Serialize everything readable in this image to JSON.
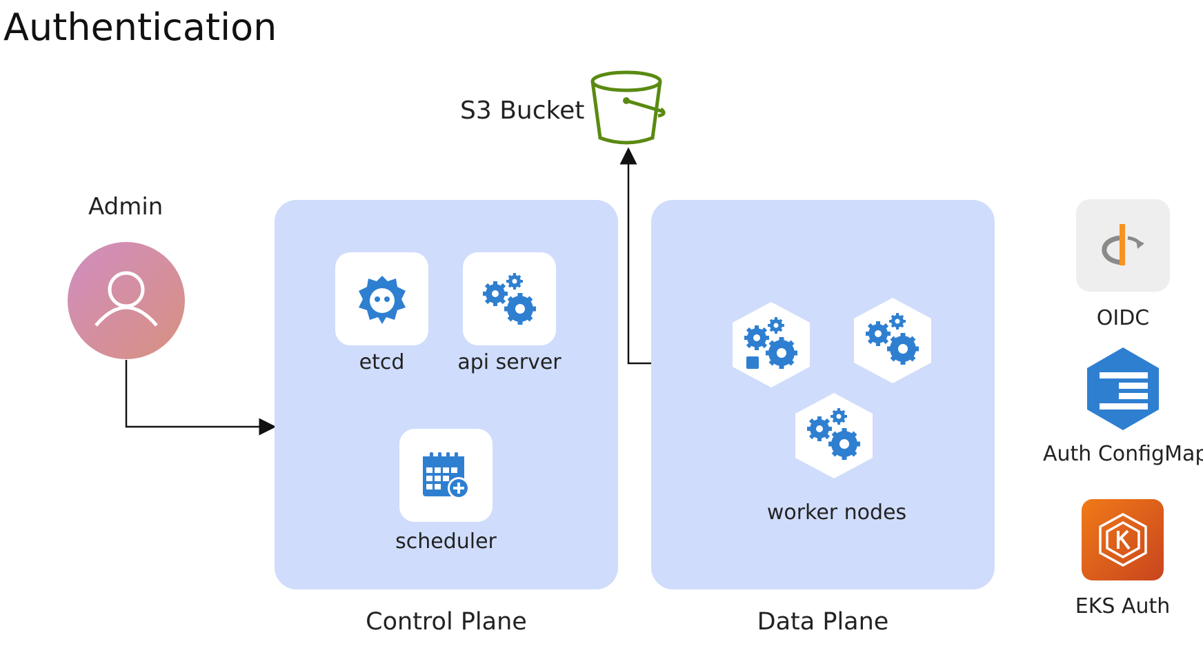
{
  "title": "Authentication",
  "admin": {
    "label": "Admin",
    "icon": "user-icon"
  },
  "s3": {
    "label": "S3 Bucket",
    "icon": "s3-bucket-icon",
    "color": "#5a8a12"
  },
  "control_plane": {
    "label": "Control Plane",
    "components": [
      {
        "label": "etcd",
        "icon": "etcd-icon"
      },
      {
        "label": "api server",
        "icon": "gears-icon"
      },
      {
        "label": "scheduler",
        "icon": "calendar-icon"
      }
    ]
  },
  "data_plane": {
    "label": "Data Plane",
    "nodes_label": "worker nodes",
    "node_icon": "gears-icon"
  },
  "legend": [
    {
      "label": "OIDC",
      "icon": "oidc-icon"
    },
    {
      "label": "Auth ConfigMap",
      "icon": "configmap-icon"
    },
    {
      "label": "EKS Auth",
      "icon": "eks-icon"
    }
  ],
  "colors": {
    "panel": "#cfdcfb",
    "icon_blue": "#2f7fd0",
    "admin_gradient_start": "#d08ec0",
    "admin_gradient_end": "#d89080",
    "eks_orange": "#e8661a",
    "oidc_orange": "#f7931e"
  }
}
